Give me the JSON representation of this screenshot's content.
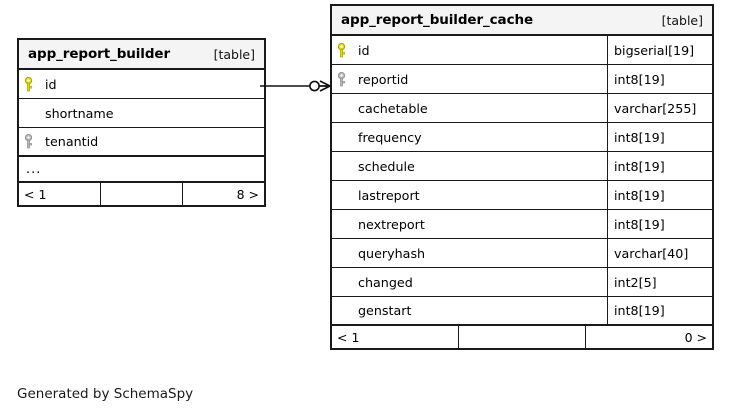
{
  "diagram": {
    "type": "entity-relationship-diagram",
    "generator_caption": "Generated by SchemaSpy",
    "tables": [
      {
        "id": "app_report_builder",
        "name": "app_report_builder",
        "tag": "[table]",
        "show_types": false,
        "columns": [
          {
            "name": "id",
            "type": "",
            "key": "primary"
          },
          {
            "name": "shortname",
            "type": "",
            "key": "none"
          },
          {
            "name": "tenantid",
            "type": "",
            "key": "index"
          }
        ],
        "truncated_indicator": "...",
        "footer": {
          "left": "< 1",
          "middle": "",
          "right": "8 >"
        }
      },
      {
        "id": "app_report_builder_cache",
        "name": "app_report_builder_cache",
        "tag": "[table]",
        "show_types": true,
        "columns": [
          {
            "name": "id",
            "type": "bigserial[19]",
            "key": "primary"
          },
          {
            "name": "reportid",
            "type": "int8[19]",
            "key": "index"
          },
          {
            "name": "cachetable",
            "type": "varchar[255]",
            "key": "none"
          },
          {
            "name": "frequency",
            "type": "int8[19]",
            "key": "none"
          },
          {
            "name": "schedule",
            "type": "int8[19]",
            "key": "none"
          },
          {
            "name": "lastreport",
            "type": "int8[19]",
            "key": "none"
          },
          {
            "name": "nextreport",
            "type": "int8[19]",
            "key": "none"
          },
          {
            "name": "queryhash",
            "type": "varchar[40]",
            "key": "none"
          },
          {
            "name": "changed",
            "type": "int2[5]",
            "key": "none"
          },
          {
            "name": "genstart",
            "type": "int8[19]",
            "key": "none"
          }
        ],
        "truncated_indicator": null,
        "footer": {
          "left": "< 1",
          "middle": "",
          "right": "0 >"
        }
      }
    ],
    "relationship": {
      "from_table": "app_report_builder",
      "from_column": "id",
      "to_table": "app_report_builder_cache",
      "to_column": "reportid",
      "notation": "crows-foot",
      "source_cardinality": "zero-or-one",
      "target_cardinality": "many"
    },
    "colors": {
      "primary_key": "#e8e000",
      "index_key": "#b3b3b3",
      "border": "#1a1a1a",
      "header_bg": "#f4f4f4",
      "row_bg": "#ffffff"
    }
  }
}
